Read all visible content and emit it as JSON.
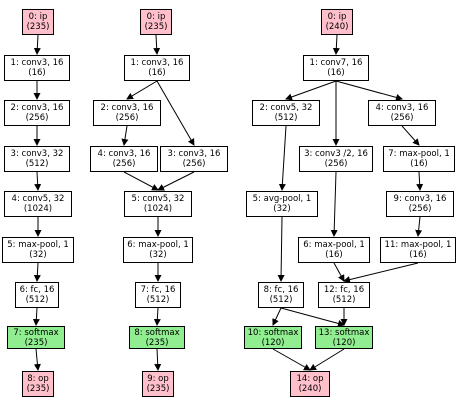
{
  "colors": {
    "io_fill": "#ffc0cb",
    "softmax_fill": "#90ee90",
    "default_fill": "#ffffff",
    "stroke": "#000000"
  },
  "graphs": [
    {
      "nodes": [
        {
          "id": "g1n0",
          "label": "0: ip",
          "sub": "(235)",
          "kind": "io"
        },
        {
          "id": "g1n1",
          "label": "1: conv3, 16",
          "sub": "(16)",
          "kind": "op"
        },
        {
          "id": "g1n2",
          "label": "2: conv3, 16",
          "sub": "(256)",
          "kind": "op"
        },
        {
          "id": "g1n3",
          "label": "3: conv3, 32",
          "sub": "(512)",
          "kind": "op"
        },
        {
          "id": "g1n4",
          "label": "4: conv5, 32",
          "sub": "(1024)",
          "kind": "op"
        },
        {
          "id": "g1n5",
          "label": "5: max-pool, 1",
          "sub": "(32)",
          "kind": "op"
        },
        {
          "id": "g1n6",
          "label": "6: fc, 16",
          "sub": "(512)",
          "kind": "op"
        },
        {
          "id": "g1n7",
          "label": "7: softmax",
          "sub": "(235)",
          "kind": "softmax"
        },
        {
          "id": "g1n8",
          "label": "8: op",
          "sub": "(235)",
          "kind": "io"
        }
      ],
      "edges": [
        [
          "g1n0",
          "g1n1"
        ],
        [
          "g1n1",
          "g1n2"
        ],
        [
          "g1n2",
          "g1n3"
        ],
        [
          "g1n3",
          "g1n4"
        ],
        [
          "g1n4",
          "g1n5"
        ],
        [
          "g1n5",
          "g1n6"
        ],
        [
          "g1n6",
          "g1n7"
        ],
        [
          "g1n7",
          "g1n8"
        ]
      ]
    },
    {
      "nodes": [
        {
          "id": "g2n0",
          "label": "0: ip",
          "sub": "(235)",
          "kind": "io"
        },
        {
          "id": "g2n1",
          "label": "1: conv3, 16",
          "sub": "(16)",
          "kind": "op"
        },
        {
          "id": "g2n2",
          "label": "2: conv3, 16",
          "sub": "(256)",
          "kind": "op"
        },
        {
          "id": "g2n3",
          "label": "3: conv3, 16",
          "sub": "(256)",
          "kind": "op"
        },
        {
          "id": "g2n4",
          "label": "4: conv3, 16",
          "sub": "(256)",
          "kind": "op"
        },
        {
          "id": "g2n5",
          "label": "5: conv5, 32",
          "sub": "(1024)",
          "kind": "op"
        },
        {
          "id": "g2n6",
          "label": "6: max-pool, 1",
          "sub": "(32)",
          "kind": "op"
        },
        {
          "id": "g2n7",
          "label": "7: fc, 16",
          "sub": "(512)",
          "kind": "op"
        },
        {
          "id": "g2n8",
          "label": "8: softmax",
          "sub": "(235)",
          "kind": "softmax"
        },
        {
          "id": "g2n9",
          "label": "9: op",
          "sub": "(235)",
          "kind": "io"
        }
      ],
      "edges": [
        [
          "g2n0",
          "g2n1"
        ],
        [
          "g2n1",
          "g2n2"
        ],
        [
          "g2n1",
          "g2n3"
        ],
        [
          "g2n2",
          "g2n4"
        ],
        [
          "g2n4",
          "g2n5"
        ],
        [
          "g2n3",
          "g2n5"
        ],
        [
          "g2n5",
          "g2n6"
        ],
        [
          "g2n6",
          "g2n7"
        ],
        [
          "g2n7",
          "g2n8"
        ],
        [
          "g2n8",
          "g2n9"
        ]
      ]
    },
    {
      "nodes": [
        {
          "id": "g3n0",
          "label": "0: ip",
          "sub": "(240)",
          "kind": "io"
        },
        {
          "id": "g3n1",
          "label": "1: conv7, 16",
          "sub": "(16)",
          "kind": "op"
        },
        {
          "id": "g3n2",
          "label": "2: conv5, 32",
          "sub": "(512)",
          "kind": "op"
        },
        {
          "id": "g3n3",
          "label": "3: conv3 /2, 16",
          "sub": "(256)",
          "kind": "op"
        },
        {
          "id": "g3n4",
          "label": "4: conv3, 16",
          "sub": "(256)",
          "kind": "op"
        },
        {
          "id": "g3n5",
          "label": "5: avg-pool, 1",
          "sub": "(32)",
          "kind": "op"
        },
        {
          "id": "g3n6",
          "label": "6: max-pool, 1",
          "sub": "(16)",
          "kind": "op"
        },
        {
          "id": "g3n7",
          "label": "7: max-pool, 1",
          "sub": "(16)",
          "kind": "op"
        },
        {
          "id": "g3n8",
          "label": "8: fc, 16",
          "sub": "(512)",
          "kind": "op"
        },
        {
          "id": "g3n9",
          "label": "9: conv3, 16",
          "sub": "(256)",
          "kind": "op"
        },
        {
          "id": "g3n10",
          "label": "10: softmax",
          "sub": "(120)",
          "kind": "softmax"
        },
        {
          "id": "g3n11",
          "label": "11: max-pool, 1",
          "sub": "(16)",
          "kind": "op"
        },
        {
          "id": "g3n12",
          "label": "12: fc, 16",
          "sub": "(512)",
          "kind": "op"
        },
        {
          "id": "g3n13",
          "label": "13: softmax",
          "sub": "(120)",
          "kind": "softmax"
        },
        {
          "id": "g3n14",
          "label": "14: op",
          "sub": "(240)",
          "kind": "io"
        }
      ],
      "edges": [
        [
          "g3n0",
          "g3n1"
        ],
        [
          "g3n1",
          "g3n2"
        ],
        [
          "g3n1",
          "g3n3"
        ],
        [
          "g3n1",
          "g3n4"
        ],
        [
          "g3n2",
          "g3n5"
        ],
        [
          "g3n3",
          "g3n6"
        ],
        [
          "g3n4",
          "g3n7"
        ],
        [
          "g3n7",
          "g3n9"
        ],
        [
          "g3n5",
          "g3n8"
        ],
        [
          "g3n6",
          "g3n12"
        ],
        [
          "g3n9",
          "g3n11"
        ],
        [
          "g3n11",
          "g3n12"
        ],
        [
          "g3n8",
          "g3n10"
        ],
        [
          "g3n8",
          "g3n13"
        ],
        [
          "g3n12",
          "g3n13"
        ],
        [
          "g3n10",
          "g3n14"
        ],
        [
          "g3n13",
          "g3n14"
        ]
      ]
    }
  ]
}
